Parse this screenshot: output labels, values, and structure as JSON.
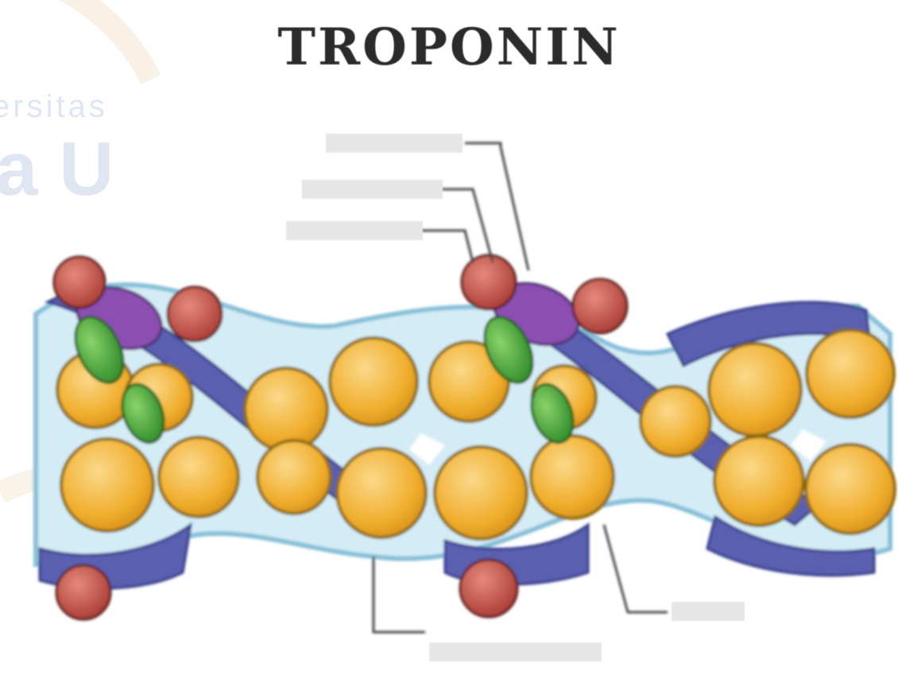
{
  "title": "TROPONIN",
  "watermark": {
    "line1": "ersitas",
    "line2": "a U"
  },
  "labels": {
    "troponin_c": "",
    "troponin_t": "",
    "troponin_i": "",
    "actin": "",
    "tropomyosin": ""
  },
  "colors": {
    "actin": "#f2b233",
    "actin_outline": "#8a6a10",
    "tropomyosin": "#5a5fb0",
    "tropomyosin_light": "#8ec8e0",
    "troponin_c": "#4fae3d",
    "troponin_t": "#8a4fb0",
    "troponin_i": "#c24a44"
  }
}
